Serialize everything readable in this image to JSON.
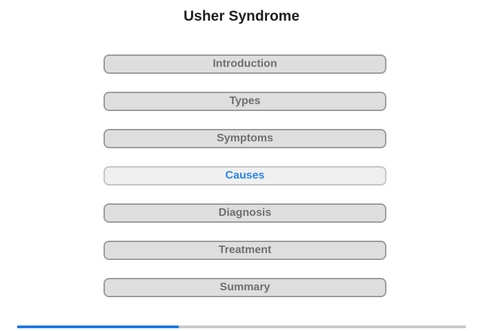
{
  "title": "Usher Syndrome",
  "nav": {
    "items": [
      {
        "label": "Introduction",
        "active": false
      },
      {
        "label": "Types",
        "active": false
      },
      {
        "label": "Symptoms",
        "active": false
      },
      {
        "label": "Causes",
        "active": true
      },
      {
        "label": "Diagnosis",
        "active": false
      },
      {
        "label": "Treatment",
        "active": false
      },
      {
        "label": "Summary",
        "active": false
      }
    ]
  },
  "colors": {
    "active_text": "#2b86e3",
    "progress_fill": "#1e78e0",
    "progress_track": "#c8c8c8"
  },
  "progress": {
    "fraction": 0.36
  }
}
